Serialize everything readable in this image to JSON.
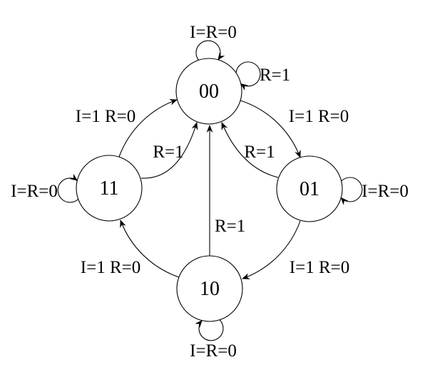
{
  "fsm": {
    "colors": {
      "stroke": "#000000",
      "background": "#ffffff"
    },
    "states": [
      {
        "id": "s00",
        "label": "00",
        "position": "top"
      },
      {
        "id": "s01",
        "label": "01",
        "position": "right"
      },
      {
        "id": "s10",
        "label": "10",
        "position": "bottom"
      },
      {
        "id": "s11",
        "label": "11",
        "position": "left"
      }
    ],
    "transitions": [
      {
        "from": "00",
        "to": "00",
        "label": "I=R=0",
        "kind": "self-loop-top"
      },
      {
        "from": "00",
        "to": "00",
        "label": "R=1",
        "kind": "self-loop-right"
      },
      {
        "from": "11",
        "to": "00",
        "label": "I=1 R=0",
        "kind": "outer-arc"
      },
      {
        "from": "00",
        "to": "01",
        "label": "I=1 R=0",
        "kind": "outer-arc"
      },
      {
        "from": "01",
        "to": "10",
        "label": "I=1 R=0",
        "kind": "outer-arc"
      },
      {
        "from": "10",
        "to": "11",
        "label": "I=1 R=0",
        "kind": "outer-arc"
      },
      {
        "from": "11",
        "to": "00",
        "label": "R=1",
        "kind": "inner-arc"
      },
      {
        "from": "01",
        "to": "00",
        "label": "R=1",
        "kind": "inner-arc"
      },
      {
        "from": "10",
        "to": "00",
        "label": "R=1",
        "kind": "straight-line"
      },
      {
        "from": "11",
        "to": "11",
        "label": "I=R=0",
        "kind": "self-loop-left"
      },
      {
        "from": "01",
        "to": "01",
        "label": "I=R=0",
        "kind": "self-loop-right"
      },
      {
        "from": "10",
        "to": "10",
        "label": "I=R=0",
        "kind": "self-loop-bottom"
      }
    ]
  }
}
